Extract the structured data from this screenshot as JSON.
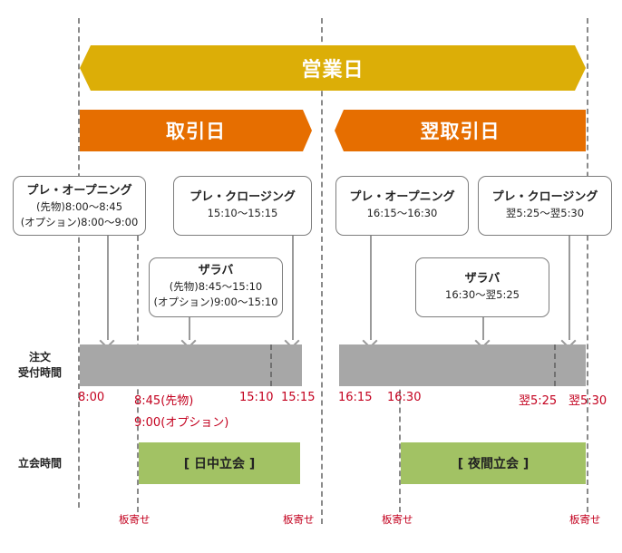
{
  "banners": {
    "business_day": "営業日",
    "trading_day": "取引日",
    "next_trading_day": "翌取引日"
  },
  "boxes": {
    "pre_opening_1": {
      "title": "プレ・オープニング",
      "line1": "(先物)8:00〜8:45",
      "line2": "(オプション)8:00〜9:00"
    },
    "pre_closing_1": {
      "title": "プレ・クロージング",
      "line1": "15:10〜15:15"
    },
    "zaraba_1": {
      "title": "ザラバ",
      "line1": "(先物)8:45〜15:10",
      "line2": "(オプション)9:00〜15:10"
    },
    "pre_opening_2": {
      "title": "プレ・オープニング",
      "line1": "16:15〜16:30"
    },
    "pre_closing_2": {
      "title": "プレ・クロージング",
      "line1": "翌5:25〜翌5:30"
    },
    "zaraba_2": {
      "title": "ザラバ",
      "line1": "16:30〜翌5:25"
    }
  },
  "row_labels": {
    "order_line1": "注文",
    "order_line2": "受付時間",
    "session": "立会時間"
  },
  "times": {
    "t1": "8:00",
    "t2": "8:45(先物)",
    "t2b": "9:00(オプション)",
    "t3": "15:10",
    "t4": "15:15",
    "t5": "16:15",
    "t6": "16:30",
    "t7": "翌5:25",
    "t8": "翌5:30"
  },
  "sessions": {
    "day": "[ 日中立会 ]",
    "night": "[ 夜間立会 ]"
  },
  "itayose": {
    "a": "板寄せ",
    "b": "板寄せ",
    "c": "板寄せ",
    "d": "板寄せ"
  },
  "colors": {
    "business_day": "#dcae07",
    "trading_day": "#e66e00",
    "order_band": "#a7a7a7",
    "session_band": "#a2c264",
    "time_text": "#c3001e"
  }
}
